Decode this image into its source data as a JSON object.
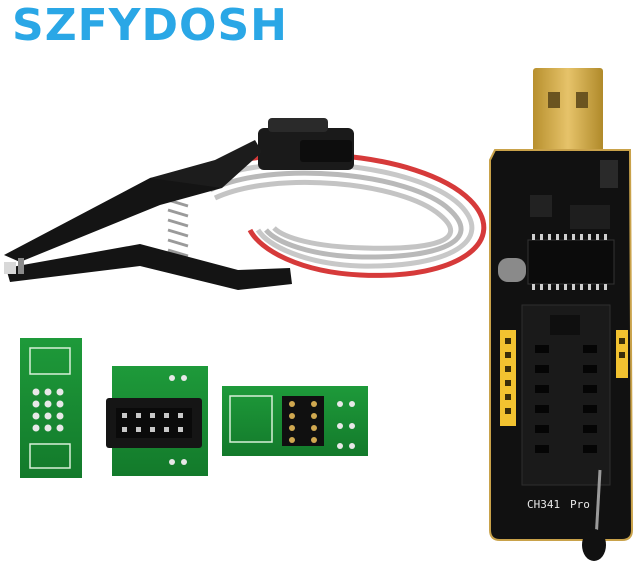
{
  "brand": {
    "text": "SZFYDOSH",
    "color": "#2aa7e6"
  },
  "programmer": {
    "model_label": "CH341",
    "variant_label": "Pro",
    "board_color": "#111111",
    "connector_color": "#c9a24a",
    "socket_color": "#1a1a1a",
    "header_color": "#f2c230"
  },
  "clip": {
    "body_color": "#141414",
    "cable_colors": [
      "#d63a3a",
      "#bdbdbd"
    ]
  },
  "adapters": [
    {
      "name": "soic-adapter-board"
    },
    {
      "name": "idc-adapter-board"
    },
    {
      "name": "dip-adapter-board"
    }
  ]
}
